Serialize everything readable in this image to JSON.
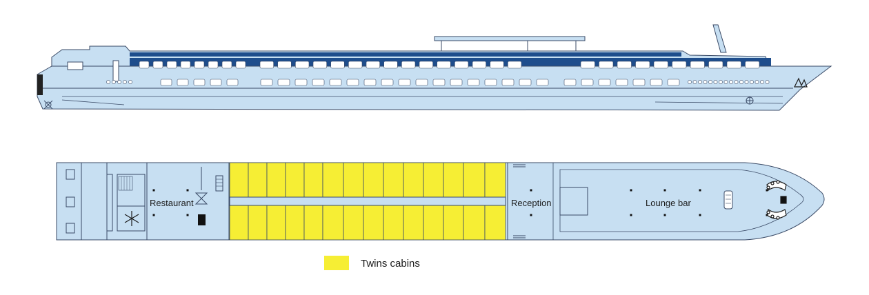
{
  "colors": {
    "hull": "#c7dff2",
    "hull_dark": "#b9d3ea",
    "outline": "#3a4a66",
    "band": "#1e4d8c",
    "cabin": "#f6ee34",
    "deck": "#c7dff2",
    "window": "#ffffff"
  },
  "labels": {
    "restaurant": "Restaurant",
    "reception": "Reception",
    "lounge": "Lounge bar"
  },
  "legend": {
    "cabin_label": "Twins cabins"
  },
  "icons": {
    "snowflake": "snowflake-icon",
    "propeller": "propeller-icon",
    "anchor": "anchor-icon"
  }
}
